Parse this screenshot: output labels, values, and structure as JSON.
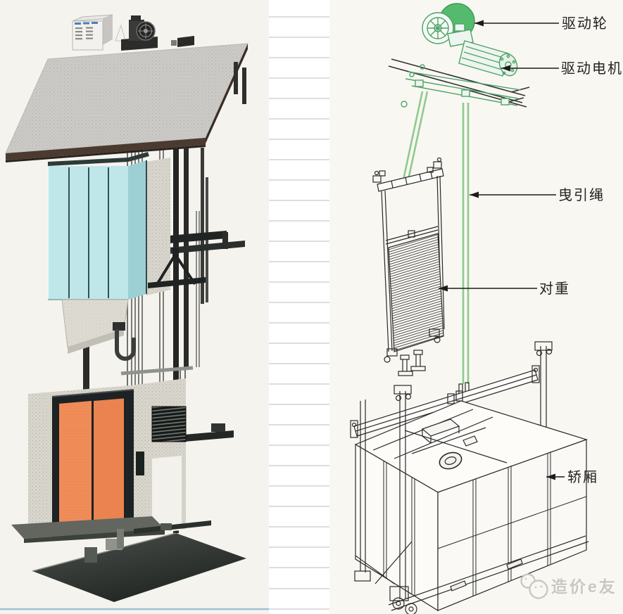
{
  "labels": {
    "drive_sheave": "驱动轮",
    "drive_motor": "驱动电机",
    "traction_rope": "曳引绳",
    "counterweight": "对重",
    "car": "轿厢"
  },
  "watermark": {
    "logo_icon": "chat-bubbles-icon",
    "text": "造价e友"
  },
  "colors": {
    "paper_left": "#f5f3ee",
    "paper_right": "#f9f7f2",
    "ruled_band": "#ffffff",
    "ruled_line": "#bcbcbe",
    "bottom_rule_blue": "#9fbfd6",
    "drawing_green": "#4ea36a",
    "sheave_green": "#54bb6e",
    "rope_green": "#8ccb8e",
    "ink": "#2a2a2a",
    "car_cyan": "#bfe7e9",
    "car_cyan_side": "#9cd0d4",
    "door_orange": "#ef8b57",
    "wall_speckle": "#d9d6ce",
    "platform_brown": "#4a3a30",
    "steel_dark": "#24282a"
  }
}
